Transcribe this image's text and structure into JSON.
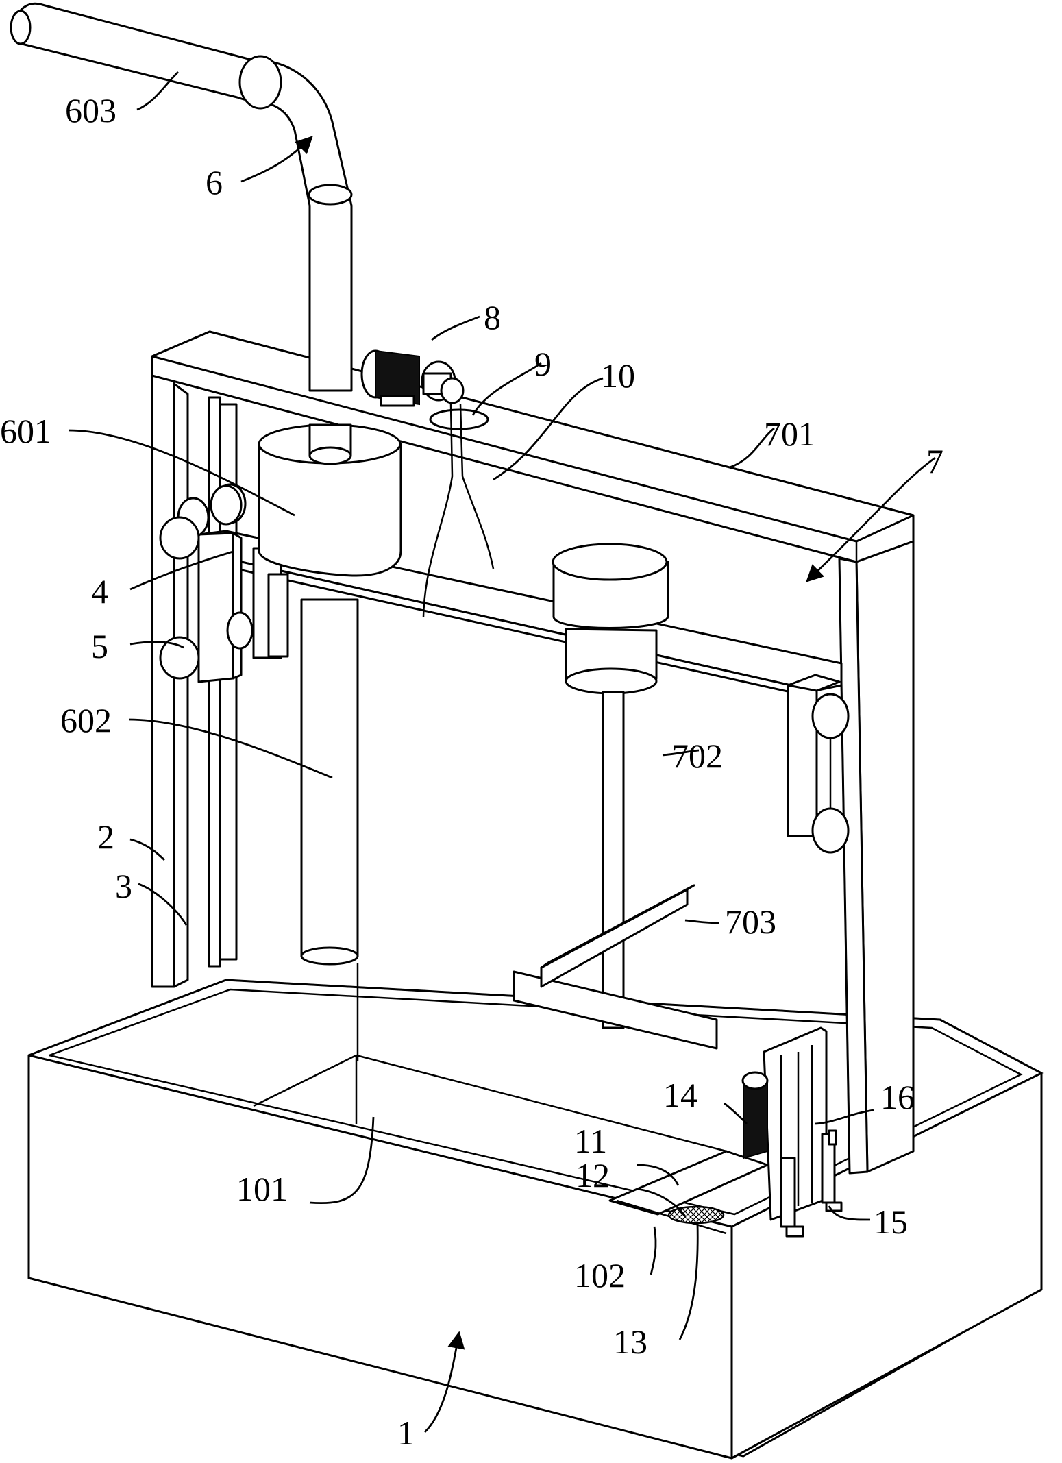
{
  "labels": {
    "l1": "1",
    "l2": "2",
    "l3": "3",
    "l4": "4",
    "l5": "5",
    "l6": "6",
    "l7": "7",
    "l8": "8",
    "l9": "9",
    "l10": "10",
    "l11": "11",
    "l12": "12",
    "l13": "13",
    "l14": "14",
    "l15": "15",
    "l16": "16",
    "l101": "101",
    "l102": "102",
    "l601": "601",
    "l602": "602",
    "l603": "603",
    "l701": "701",
    "l702": "702",
    "l703": "703"
  },
  "colors": {
    "line": "#000000",
    "background": "#ffffff"
  }
}
